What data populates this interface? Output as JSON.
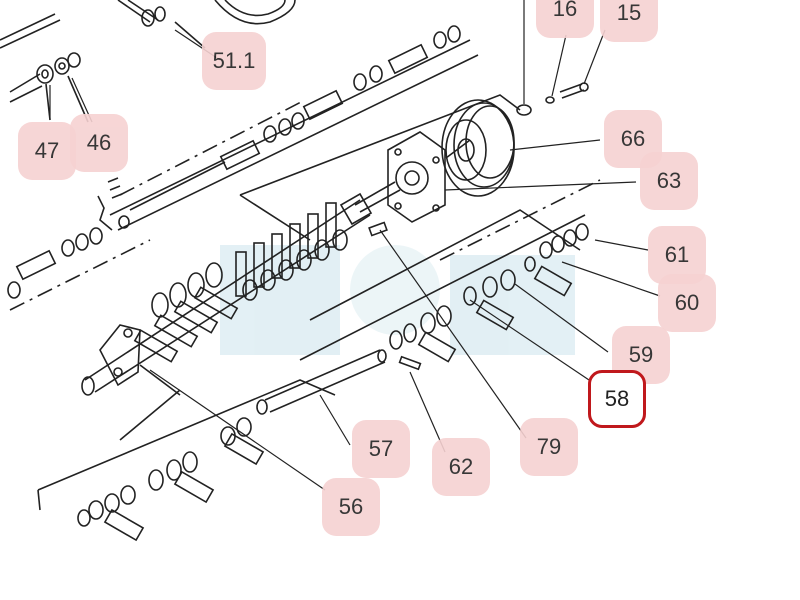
{
  "diagram": {
    "callouts": [
      {
        "id": "16",
        "label": "16",
        "selected": false
      },
      {
        "id": "15",
        "label": "15",
        "selected": false
      },
      {
        "id": "51-1",
        "label": "51.1",
        "selected": false
      },
      {
        "id": "47",
        "label": "47",
        "selected": false
      },
      {
        "id": "46",
        "label": "46",
        "selected": false
      },
      {
        "id": "66",
        "label": "66",
        "selected": false
      },
      {
        "id": "63",
        "label": "63",
        "selected": false
      },
      {
        "id": "61",
        "label": "61",
        "selected": false
      },
      {
        "id": "60",
        "label": "60",
        "selected": false
      },
      {
        "id": "59",
        "label": "59",
        "selected": false
      },
      {
        "id": "58",
        "label": "58",
        "selected": true
      },
      {
        "id": "57",
        "label": "57",
        "selected": false
      },
      {
        "id": "62",
        "label": "62",
        "selected": false
      },
      {
        "id": "79",
        "label": "79",
        "selected": false
      },
      {
        "id": "56",
        "label": "56",
        "selected": false
      }
    ],
    "colors": {
      "line": "#222222",
      "callout_fill": "#f6d2d2",
      "selected_border": "#c0181c",
      "watermark": "#dcecf2"
    }
  }
}
